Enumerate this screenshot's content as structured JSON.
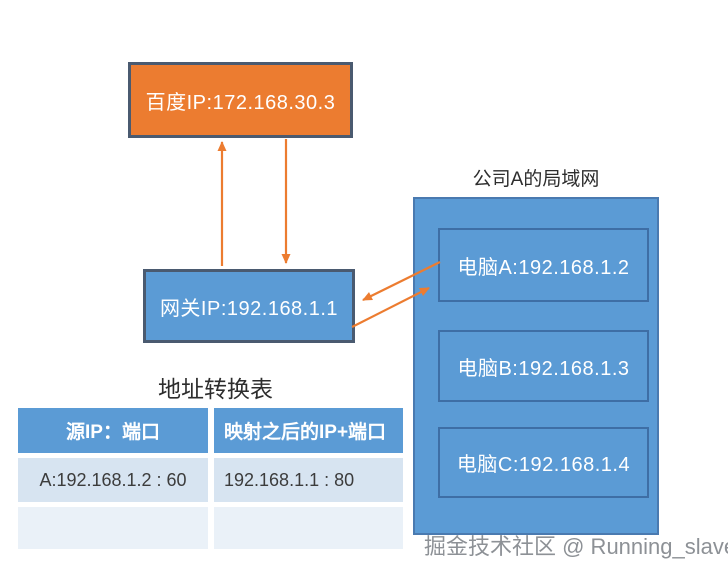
{
  "colors": {
    "orange_fill": "#EC7C30",
    "node_border_dark": "#4A5A70",
    "blue_fill": "#5B9BD5",
    "lan_border": "#4A7AB0",
    "computer_border": "#3E6EA5",
    "arrow": "#EC7C30",
    "table_header_bg": "#5B9BD5",
    "table_row1_bg": "#D7E4F1",
    "table_row2_bg": "#EAF1F8",
    "text_dark": "#2D2D2D",
    "watermark_gray": "#8D9196"
  },
  "diagram": {
    "baidu_node": {
      "label": "百度IP:172.168.30.3"
    },
    "gateway_node": {
      "label": "网关IP:192.168.1.1"
    },
    "lan": {
      "title": "公司A的局域网",
      "computers": [
        {
          "label": "电脑A:192.168.1.2"
        },
        {
          "label": "电脑B:192.168.1.3"
        },
        {
          "label": "电脑C:192.168.1.4"
        }
      ]
    },
    "arrows": [
      {
        "name": "gateway-to-baidu",
        "direction": "up"
      },
      {
        "name": "baidu-to-gateway",
        "direction": "down"
      },
      {
        "name": "computer-a-to-gateway",
        "direction": "down-left"
      },
      {
        "name": "gateway-to-computer-a",
        "direction": "up-right"
      }
    ]
  },
  "nat_table": {
    "title": "地址转换表",
    "headers": [
      "源IP：端口",
      "映射之后的IP+端口"
    ],
    "rows": [
      [
        "A:192.168.1.2 : 60",
        "192.168.1.1 : 80"
      ],
      [
        "",
        ""
      ]
    ]
  },
  "watermark": {
    "text": "掘金技术社区 @ Running_slave"
  }
}
